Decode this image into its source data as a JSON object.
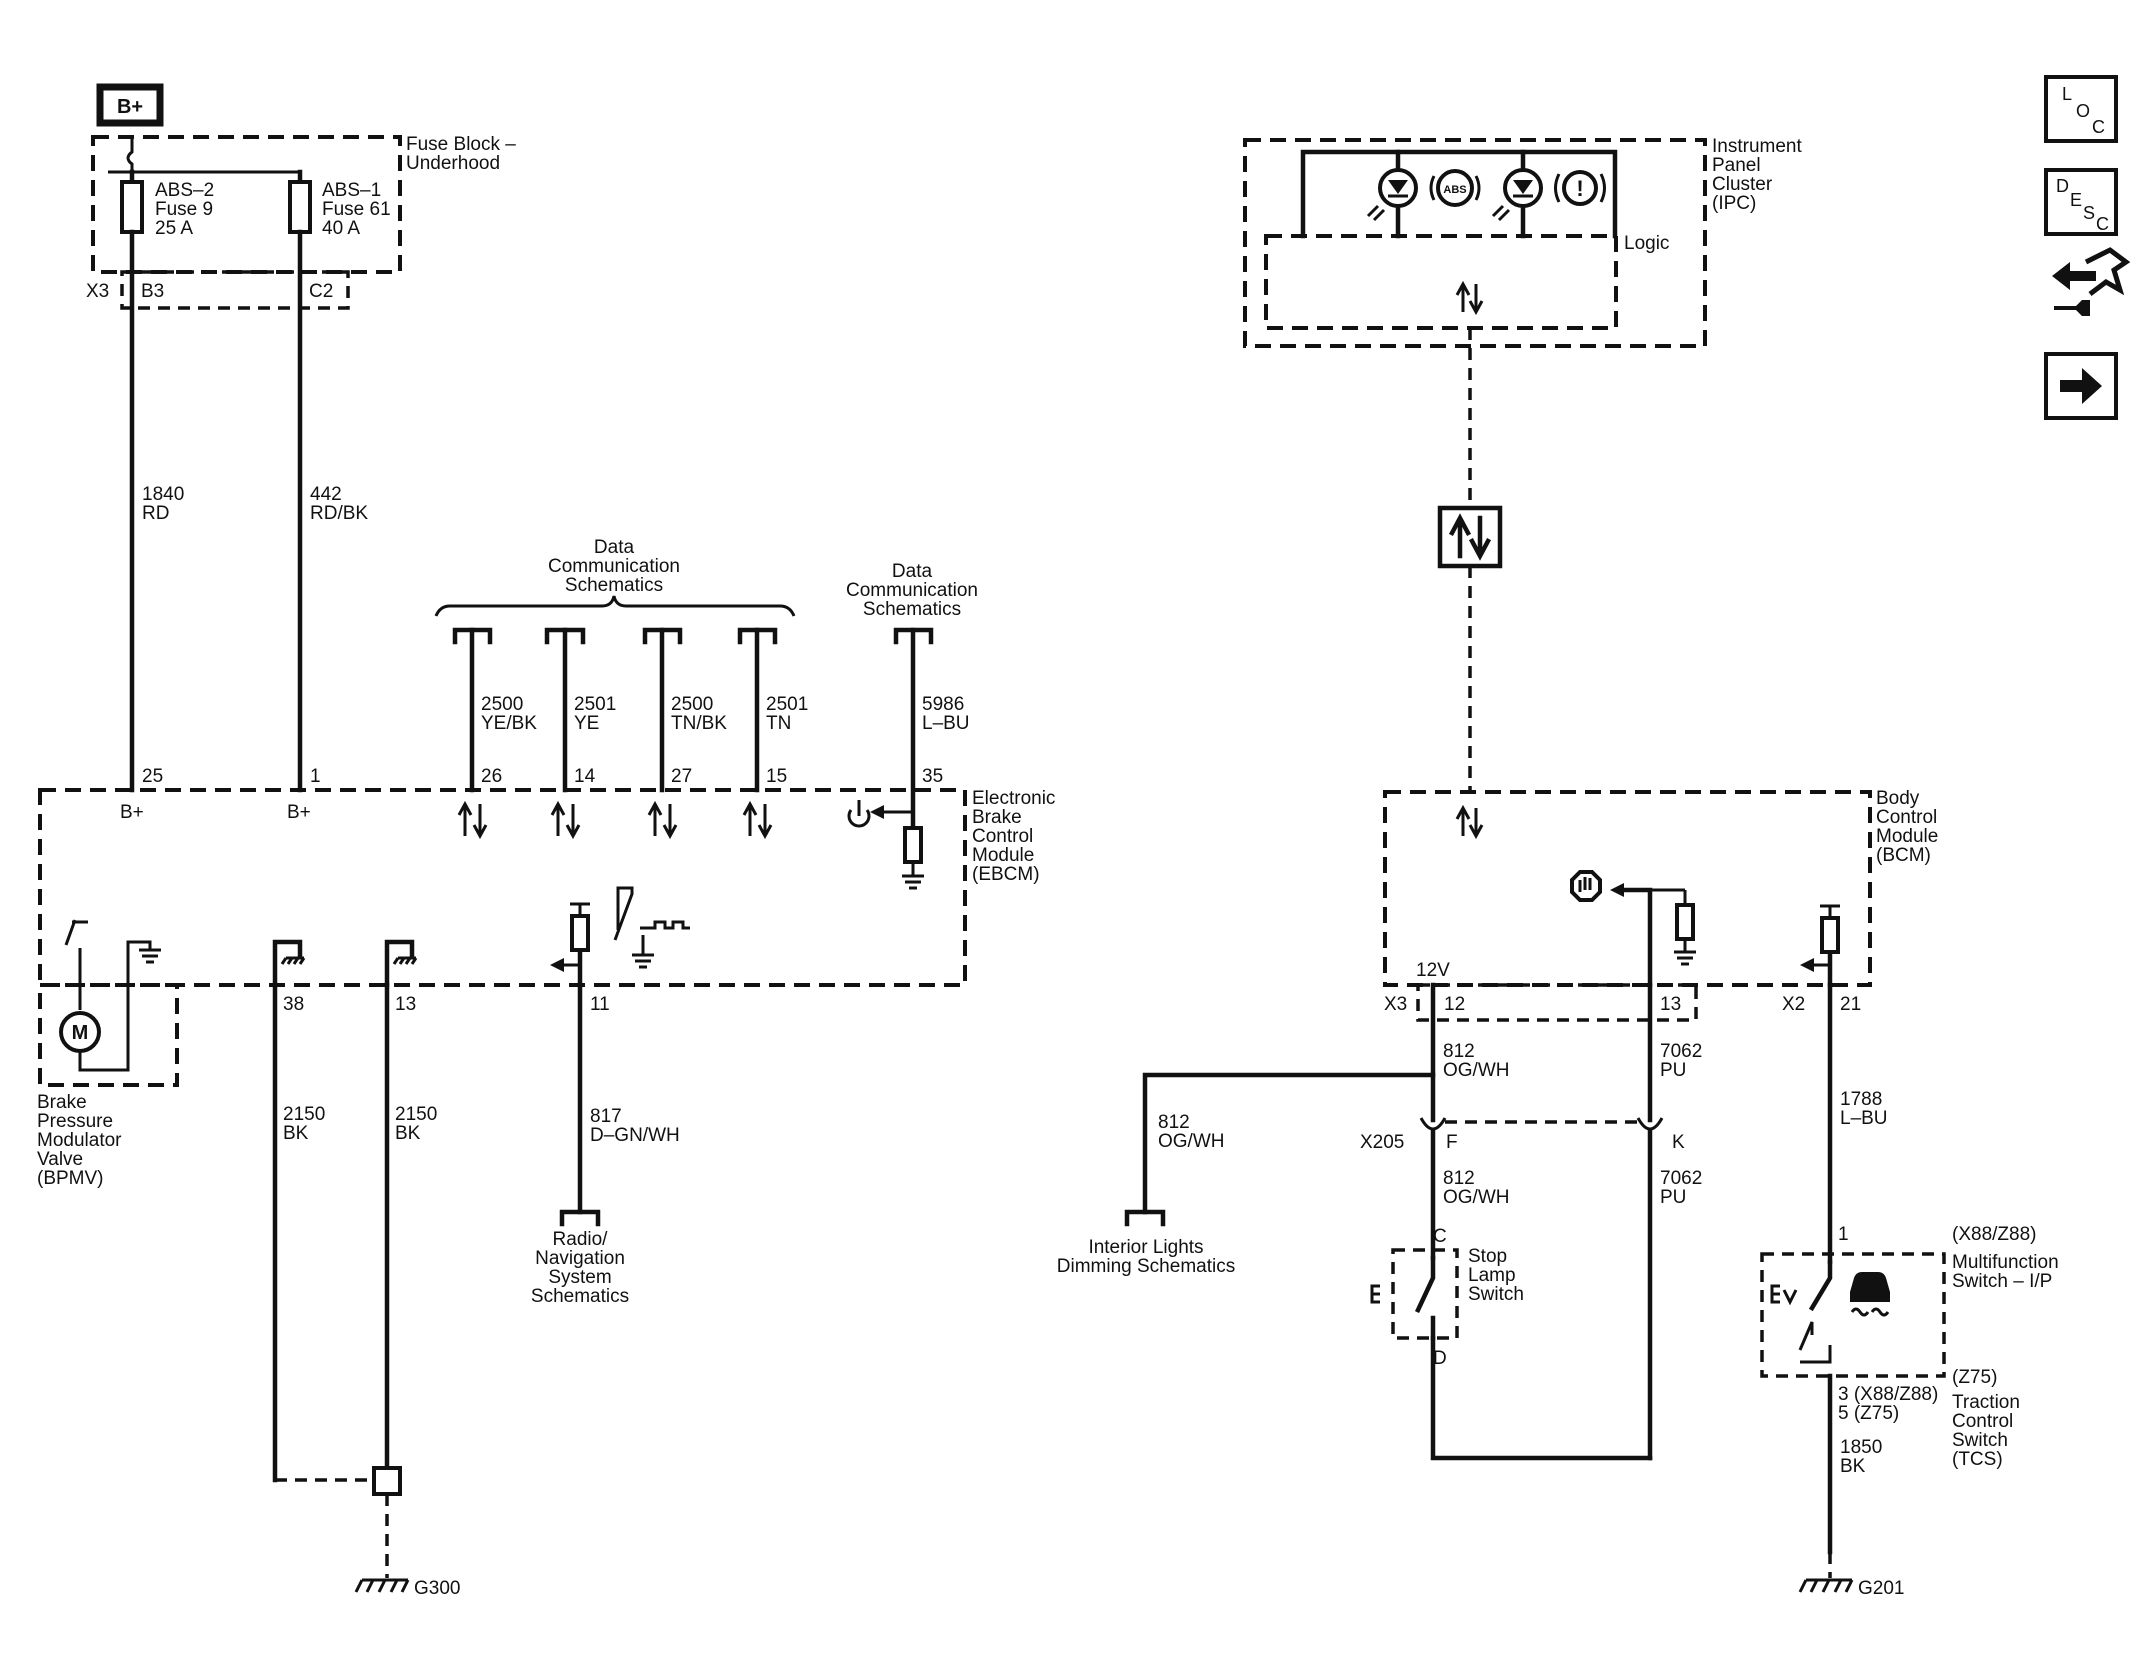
{
  "fuse_block": {
    "supply": "B+",
    "title": [
      "Fuse Block –",
      "Underhood"
    ],
    "connector_x3": "X3",
    "connector_b3": "B3",
    "connector_c2": "C2",
    "fuse_abs2": [
      "ABS–2",
      "Fuse 9",
      "25 A"
    ],
    "fuse_abs1": [
      "ABS–1",
      "Fuse 61",
      "40 A"
    ]
  },
  "wires": {
    "w1840": [
      "1840",
      "RD"
    ],
    "w442": [
      "442",
      "RD/BK"
    ],
    "w2500a": [
      "2500",
      "YE/BK"
    ],
    "w2501a": [
      "2501",
      "YE"
    ],
    "w2500b": [
      "2500",
      "TN/BK"
    ],
    "w2501b": [
      "2501",
      "TN"
    ],
    "w5986": [
      "5986",
      "L–BU"
    ],
    "w2150a": [
      "2150",
      "BK"
    ],
    "w2150b": [
      "2150",
      "BK"
    ],
    "w817": [
      "817",
      "D–GN/WH"
    ],
    "w812a": [
      "812",
      "OG/WH"
    ],
    "w812b": [
      "812",
      "OG/WH"
    ],
    "w812c": [
      "812",
      "OG/WH"
    ],
    "w7062a": [
      "7062",
      "PU"
    ],
    "w7062b": [
      "7062",
      "PU"
    ],
    "w1788": [
      "1788",
      "L–BU"
    ],
    "w1850": [
      "1850",
      "BK"
    ]
  },
  "references": {
    "data_comm_1": [
      "Data",
      "Communication",
      "Schematics"
    ],
    "data_comm_2": [
      "Data",
      "Communication",
      "Schematics"
    ],
    "radio": [
      "Radio/",
      "Navigation",
      "System",
      "Schematics"
    ],
    "interior": [
      "Interior Lights",
      "Dimming Schematics"
    ]
  },
  "ebcm": {
    "title": [
      "Electronic",
      "Brake",
      "Control",
      "Module",
      "(EBCM)"
    ],
    "pins_top": [
      "25",
      "1",
      "26",
      "14",
      "27",
      "15",
      "35"
    ],
    "b_plus": "B+",
    "pins_bottom": [
      "38",
      "13",
      "11"
    ]
  },
  "bpmv": {
    "title": [
      "Brake",
      "Pressure",
      "Modulator",
      "Valve",
      "(BPMV)"
    ],
    "motor": "M"
  },
  "grounds": {
    "g300": "G300",
    "g201": "G201"
  },
  "ipc": {
    "title": [
      "Instrument",
      "Panel",
      "Cluster",
      "(IPC)"
    ],
    "logic": "Logic",
    "abs_text": "ABS",
    "warn_text": "!"
  },
  "bcm": {
    "title": [
      "Body",
      "Control",
      "Module",
      "(BCM)"
    ],
    "x3": "X3",
    "v12": "12V",
    "pin12": "12",
    "pin13": "13",
    "x2": "X2",
    "pin21": "21"
  },
  "x205": {
    "name": "X205",
    "pinF": "F",
    "pinK": "K"
  },
  "stop_lamp": {
    "title": [
      "Stop",
      "Lamp",
      "Switch"
    ],
    "pinC": "C",
    "pinD": "D",
    "e": "E"
  },
  "multifunction": {
    "option_top": "(X88/Z88)",
    "title": [
      "Multifunction",
      "Switch – I/P"
    ],
    "option_z75": "(Z75)",
    "tcs": [
      "Traction",
      "Control",
      "Switch",
      "(TCS)"
    ],
    "pin1": "1",
    "pin3": "3 (X88/Z88)",
    "pin5": "5 (Z75)",
    "e": "E"
  },
  "nav": {
    "loc": [
      "L",
      "O",
      "C"
    ],
    "desc": [
      "D",
      "E",
      "S",
      "C"
    ]
  }
}
